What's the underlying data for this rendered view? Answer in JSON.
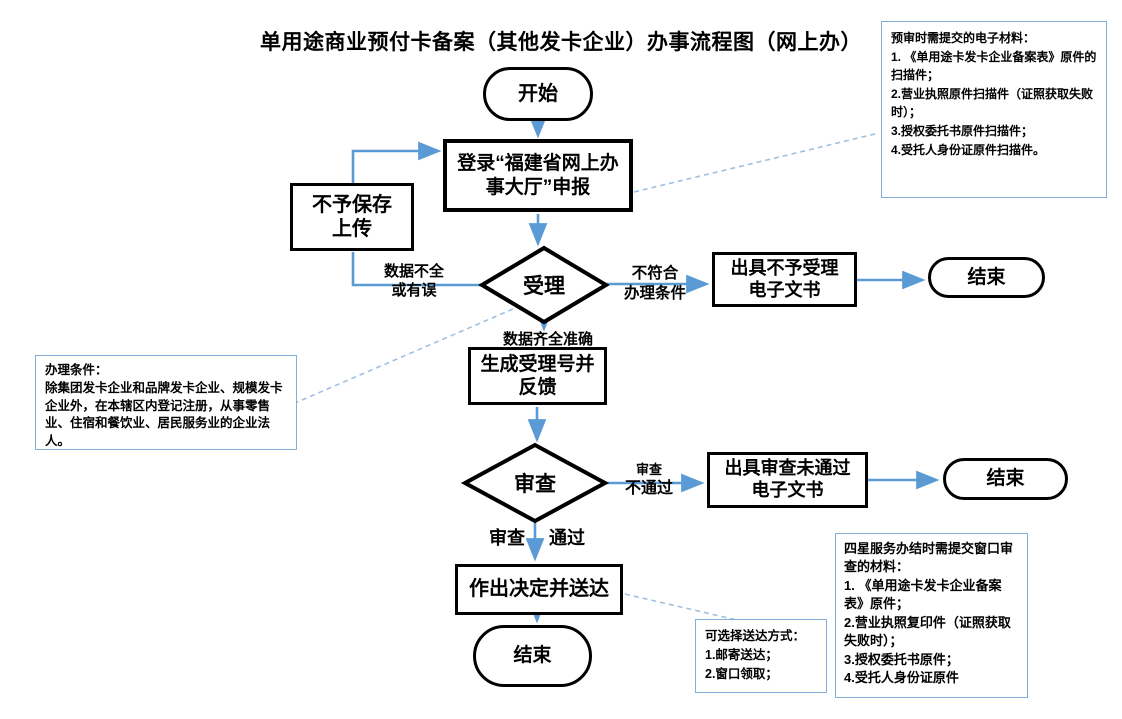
{
  "title": "单用途商业预付卡备案（其他发卡企业）办事流程图（网上办）",
  "colors": {
    "shape_border": "#000000",
    "arrow": "#5b9bd5",
    "dashed_line": "#9fc0e2",
    "note_border": "#84aed6",
    "text": "#000000",
    "background": "#ffffff"
  },
  "nodes": {
    "start": {
      "type": "terminator",
      "label": "开始"
    },
    "login": {
      "type": "process",
      "label": "登录“福建省网上办\n事大厅”申报"
    },
    "no_save": {
      "type": "process",
      "label": "不予保存\n上传"
    },
    "accept": {
      "type": "decision",
      "label": "受理"
    },
    "reject_doc": {
      "type": "process",
      "label": "出具不予受理\n电子文书"
    },
    "end1": {
      "type": "terminator",
      "label": "结束"
    },
    "feedback": {
      "type": "process",
      "label": "生成受理号并\n反馈"
    },
    "review": {
      "type": "decision",
      "label": "审查"
    },
    "review_reject_doc": {
      "type": "process",
      "label": "出具审查未通过\n电子文书"
    },
    "end2": {
      "type": "terminator",
      "label": "结束"
    },
    "decision_deliver": {
      "type": "process",
      "label": "作出决定并送达"
    },
    "end3": {
      "type": "terminator",
      "label": "结束"
    }
  },
  "edge_labels": {
    "incomplete": "数据不全\n或有误",
    "not_qualified": "不符合\n办理条件",
    "complete": "数据齐全准确",
    "review_fail_top": "审查",
    "review_fail_bottom": "不通过",
    "review_pass_left": "审查",
    "review_pass_right": "通过"
  },
  "notes": {
    "pre_review_materials": "预审时需提交的电子材料：\n1. 《单用途卡发卡企业备案表》原件的扫描件；\n2.营业执照原件扫描件（证照获取失败时）；\n3.授权委托书原件扫描件；\n4.受托人身份证原件扫描件。",
    "conditions": "办理条件：\n除集团发卡企业和品牌发卡企业、规模发卡企业外，在本辖区内登记注册，从事零售业、住宿和餐饮业、居民服务业的企业法人。",
    "delivery_options": "可选择送达方式：\n1.邮寄送达；\n2.窗口领取；",
    "four_star": "四星服务办结时需提交窗口审查的材料：\n1. 《单用途卡发卡企业备案表》原件；\n2.营业执照复印件（证照获取失败时）；\n3.授权委托书原件；\n4.受托人身份证原件"
  }
}
